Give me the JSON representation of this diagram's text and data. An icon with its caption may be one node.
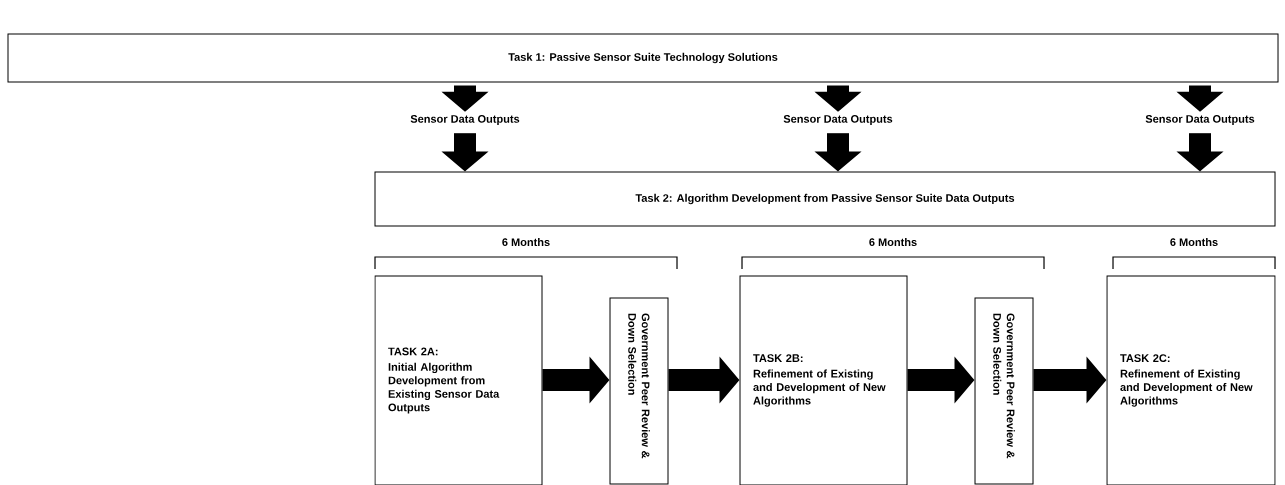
{
  "diagram": {
    "nodes": [
      {
        "text": [
          "Task 1: Passive Sensor Suite Technology Solutions"
        ]
      },
      {
        "text": [
          "Sensor Data Outputs"
        ]
      },
      {
        "text": [
          "Sensor Data Outputs"
        ]
      },
      {
        "text": [
          "Sensor Data Outputs"
        ]
      },
      {
        "text": [
          "Task 2: Algorithm Development from Passive Sensor Suite Data Outputs"
        ]
      },
      {
        "text": [
          "TASK 2A:",
          "Initial Algorithm Development from Existing Sensor Data Outputs"
        ]
      },
      {
        "text": [
          "Government Peer Review & Down Selection"
        ]
      },
      {
        "text": [
          "TASK 2B:",
          "Refinement of Existing and Development of New Algorithms"
        ]
      },
      {
        "text": [
          "Government Peer Review & Down Selection"
        ]
      },
      {
        "text": [
          "TASK 2C:",
          "Refinement of Existing and Development of New Algorithms"
        ]
      }
    ],
    "edges": [
      {
        "from": 0,
        "to": 1,
        "arrow": "to"
      },
      {
        "from": 0,
        "to": 2,
        "arrow": "to"
      },
      {
        "from": 0,
        "to": 3,
        "arrow": "to"
      },
      {
        "from": 1,
        "to": 4,
        "arrow": "to"
      },
      {
        "from": 2,
        "to": 4,
        "arrow": "to"
      },
      {
        "from": 3,
        "to": 4,
        "arrow": "to"
      },
      {
        "from": 5,
        "to": 6,
        "arrow": "to"
      },
      {
        "from": 6,
        "to": 7,
        "arrow": "to"
      },
      {
        "from": 7,
        "to": 8,
        "arrow": "to"
      },
      {
        "from": 8,
        "to": 9,
        "arrow": "to"
      }
    ],
    "labels": [
      "6 Months",
      "6 Months",
      "6 Months"
    ]
  }
}
